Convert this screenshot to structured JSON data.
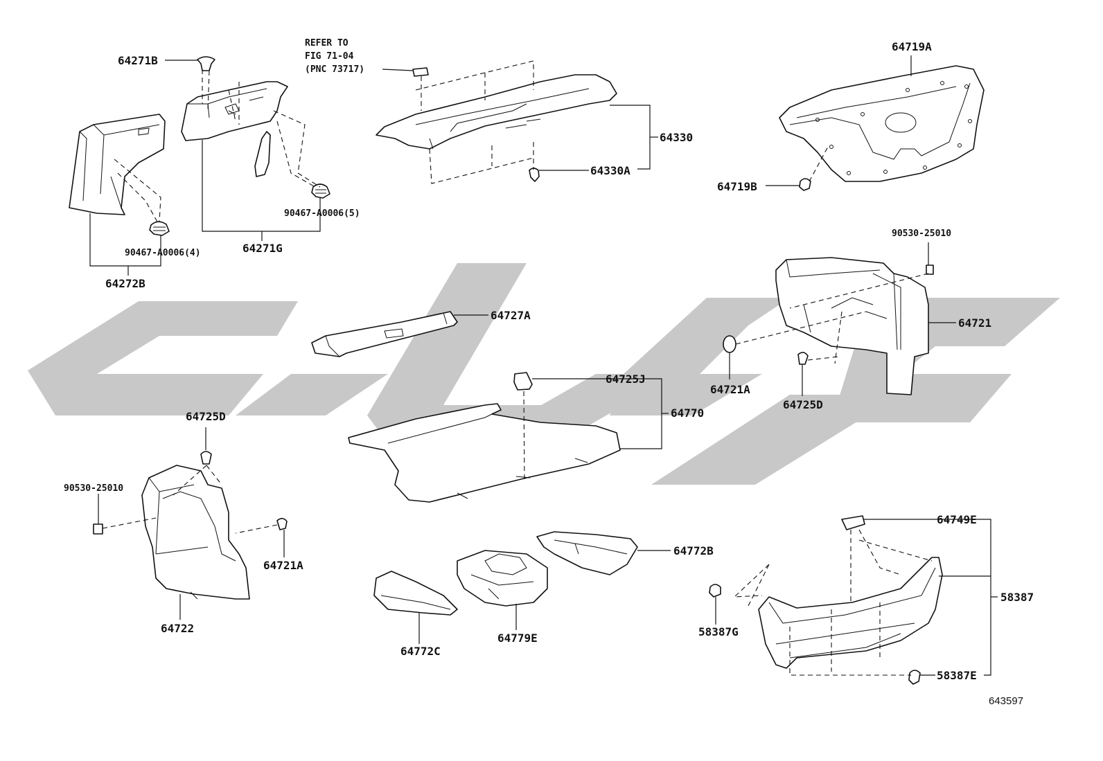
{
  "diagram": {
    "refer_note": [
      "REFER TO",
      "FIG 71-04",
      "(PNC 73717)"
    ],
    "labels": {
      "p64271B": "64271B",
      "p90467_5": "90467-A0006(5)",
      "p64271G": "64271G",
      "p90467_4": "90467-A0006(4)",
      "p64272B": "64272B",
      "p64330": "64330",
      "p64330A": "64330A",
      "p64719A": "64719A",
      "p64719B": "64719B",
      "p90530_r": "90530-25010",
      "p64721": "64721",
      "p64721A_r": "64721A",
      "p64725D_r": "64725D",
      "p64727A": "64727A",
      "p64725J": "64725J",
      "p64770": "64770",
      "p64725D_l": "64725D",
      "p90530_l": "90530-25010",
      "p64721A_l": "64721A",
      "p64722": "64722",
      "p64772B": "64772B",
      "p64772C": "64772C",
      "p64779E": "64779E",
      "p64749E": "64749E",
      "p58387": "58387",
      "p58387G": "58387G",
      "p58387E": "58387E"
    },
    "illustration_id": "643597",
    "watermark_color": "#c8c8c8"
  }
}
